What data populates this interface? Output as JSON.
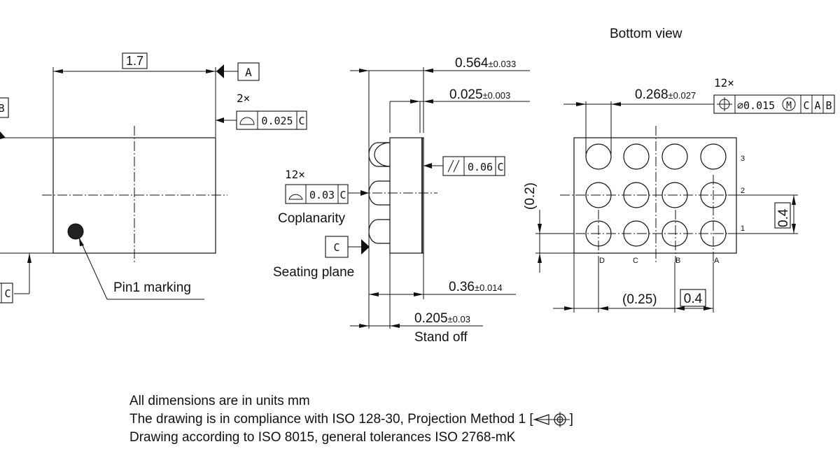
{
  "titles": {
    "bottom_view": "Bottom view"
  },
  "top_view": {
    "width_dim": "1.7",
    "datum_a": "A",
    "datum_b_partial": "B",
    "datum_c_partial": "C",
    "profile_count": "2×",
    "profile_value": "0.025",
    "profile_datum": "C",
    "pin1_label": "Pin1 marking"
  },
  "side_view": {
    "dim_height": "0.564",
    "dim_height_tol": "±0.033",
    "dim_top": "0.025",
    "dim_top_tol": "±0.003",
    "parallel_value": "0.06",
    "parallel_datum": "C",
    "coplanarity_count": "12×",
    "coplanarity_value": "0.03",
    "coplanarity_datum": "C",
    "coplanarity_label": "Coplanarity",
    "datum_c": "C",
    "seating_label": "Seating plane",
    "dim_body": "0.36",
    "dim_body_tol": "±0.014",
    "dim_standoff": "0.205",
    "dim_standoff_tol": "±0.03",
    "standoff_label": "Stand off"
  },
  "bottom_view": {
    "ball_dia": "0.268",
    "ball_dia_tol": "±0.027",
    "position_count": "12×",
    "position_value": "⌀0.015",
    "position_modifier": "M",
    "position_datums": [
      "C",
      "A",
      "B"
    ],
    "row_labels": [
      "3",
      "2",
      "1"
    ],
    "col_labels": [
      "D",
      "C",
      "B",
      "A"
    ],
    "dim_offset_y": "(0.2)",
    "dim_pitch_y": "0.4",
    "dim_offset_x": "(0.25)",
    "dim_pitch_x": "0.4"
  },
  "notes": [
    "All dimensions are in units mm",
    "The drawing is in compliance with ISO 128-30, Projection Method 1 [",
    "]",
    "Drawing according to ISO 8015, general tolerances ISO 2768-mK"
  ]
}
